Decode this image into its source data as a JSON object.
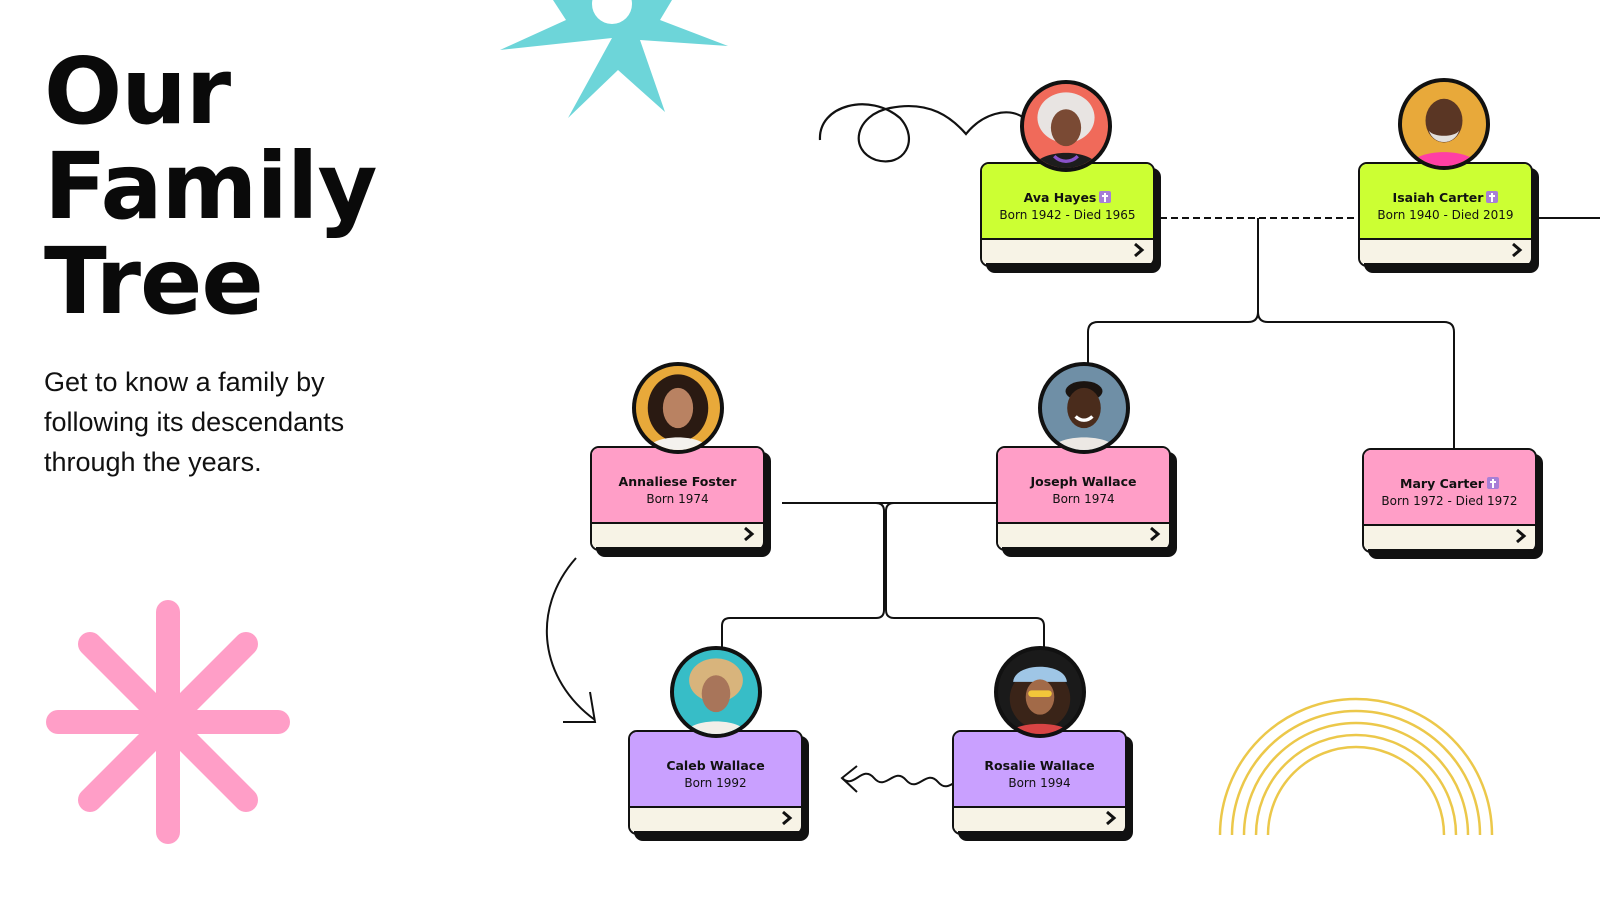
{
  "heading": {
    "title_lines": [
      "Our",
      "Family",
      "Tree"
    ],
    "subtitle_lines": [
      "Get to know a family by",
      "following its descendants",
      "through the years."
    ]
  },
  "members": [
    {
      "name": "Ava Hayes",
      "dates": "Born 1942 - Died 1965",
      "color": "#ccff33",
      "deceased": true
    },
    {
      "name": "Isaiah Carter",
      "dates": "Born 1940 - Died 2019",
      "color": "#ccff33",
      "deceased": true
    },
    {
      "name": "Annaliese Foster",
      "dates": "Born 1974",
      "color": "#ff9ec7",
      "deceased": false
    },
    {
      "name": "Joseph Wallace",
      "dates": "Born 1974",
      "color": "#ff9ec7",
      "deceased": false
    },
    {
      "name": "Mary Carter",
      "dates": "Born 1972 - Died 1972",
      "color": "#ff9ec7",
      "deceased": true
    },
    {
      "name": "Caleb Wallace",
      "dates": "Born 1992",
      "color": "#c9a0ff",
      "deceased": false
    },
    {
      "name": "Rosalie Wallace",
      "dates": "Born 1994",
      "color": "#c9a0ff",
      "deceased": false
    }
  ],
  "icons": {
    "deceased": "cross-icon",
    "card_action": "chevron-right-icon"
  },
  "colors": {
    "teal_flower": "#6dd5d9",
    "pink_asterisk": "#ff9ec7",
    "rainbow": "#ecc84a",
    "generation_1": "#ccff33",
    "generation_2": "#ff9ec7",
    "generation_3": "#c9a0ff",
    "cream": "#f7f3e6"
  }
}
